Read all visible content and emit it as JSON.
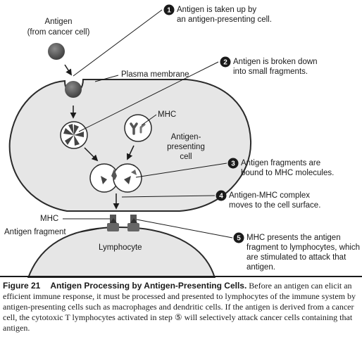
{
  "labels": {
    "antigen": "Antigen",
    "antigen_source": "(from cancer cell)",
    "plasma_membrane": "Plasma membrane",
    "mhc_upper": "MHC",
    "apc_line1": "Antigen-",
    "apc_line2": "presenting",
    "apc_line3": "cell",
    "mhc_lower": "MHC",
    "antigen_fragment": "Antigen fragment",
    "lymphocyte": "Lymphocyte"
  },
  "steps": [
    {
      "number": "1",
      "line1": "Antigen is taken up by",
      "line2": "an antigen-presenting cell."
    },
    {
      "number": "2",
      "line1": "Antigen is broken down",
      "line2": "into small fragments."
    },
    {
      "number": "3",
      "line1": "Antigen fragments are",
      "line2": "bound to MHC molecules."
    },
    {
      "number": "4",
      "line1": "Antigen-MHC complex",
      "line2": "moves to the cell surface."
    },
    {
      "number": "5",
      "line1": "MHC presents the antigen",
      "line2": "fragment to lymphocytes, which",
      "line3": "are stimulated to attack that",
      "line4": "antigen."
    }
  ],
  "caption": {
    "figure_label": "Figure 21",
    "figure_title": "Antigen Processing by Antigen-Presenting Cells.",
    "body": "Before an antigen can elicit an efficient immune response, it must be processed and presented to lymphocytes of the immune system by antigen-presenting cells such as macrophages and dendritic cells. If the antigen is derived from a cancer cell, the cytotoxic T lymphocytes activated in step ⑤ will selectively attack cancer cells containing that antigen."
  },
  "colors": {
    "cell_fill": "#e6e6e6",
    "cell_stroke": "#2a2a2a",
    "antigen_fill": "#555555",
    "line": "#1a1a1a"
  }
}
